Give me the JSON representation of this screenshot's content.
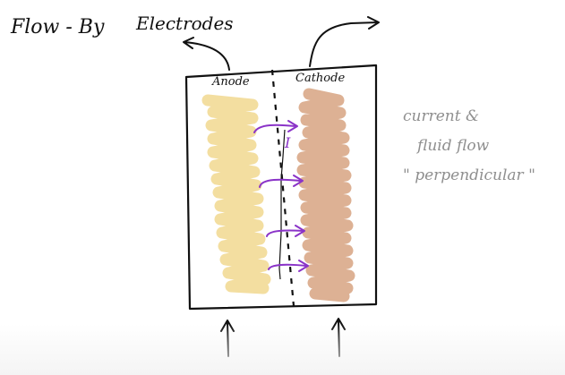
{
  "title": {
    "part1": "Flow - By",
    "part2": "Electrodes"
  },
  "labels": {
    "anode": "Anode",
    "cathode": "Cathode",
    "current_symbol": "I"
  },
  "note": {
    "line1": "current &",
    "line2": "fluid flow",
    "line3": "\" perpendicular \""
  },
  "colors": {
    "ink": "#111111",
    "anode_fill": "#f3dea0",
    "cathode_fill": "#ddb194",
    "current_arrow": "#8a33c8",
    "note_text": "#8f8f8f"
  }
}
